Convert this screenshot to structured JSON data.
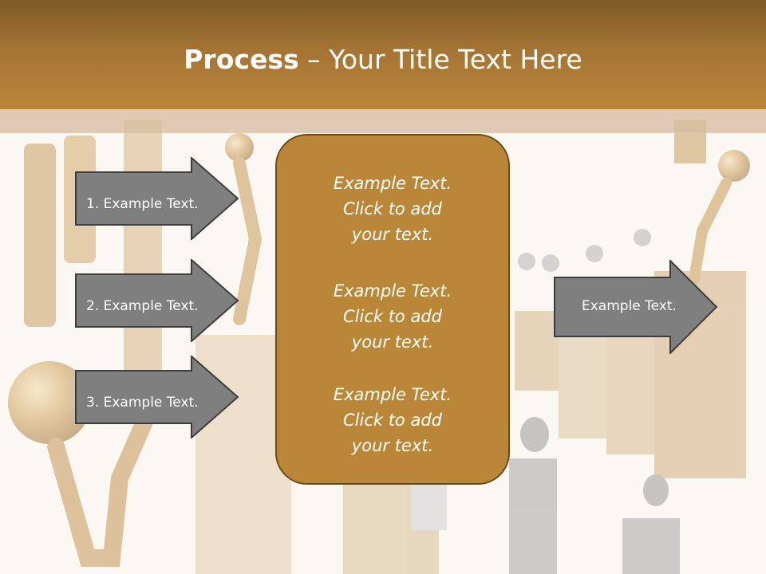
{
  "slide": {
    "title_bold": "Process",
    "title_rest": " – Your Title Text Here"
  },
  "left_arrows": [
    {
      "label": "1. Example Text."
    },
    {
      "label": "2. Example Text."
    },
    {
      "label": "3. Example Text."
    }
  ],
  "center_box": {
    "paragraphs": [
      {
        "line1": "Example Text.",
        "line2": "Click  to add",
        "line3": "your text."
      },
      {
        "line1": "Example Text.",
        "line2": "Click  to add",
        "line3": "your text."
      },
      {
        "line1": "Example Text.",
        "line2": "Click  to add",
        "line3": "your text."
      }
    ]
  },
  "right_arrow": {
    "label": "Example Text."
  },
  "colors": {
    "title_band": "#a57434",
    "center_box": "#b98737",
    "arrow_fill": "#7f7f7f",
    "text": "#ffffff"
  }
}
